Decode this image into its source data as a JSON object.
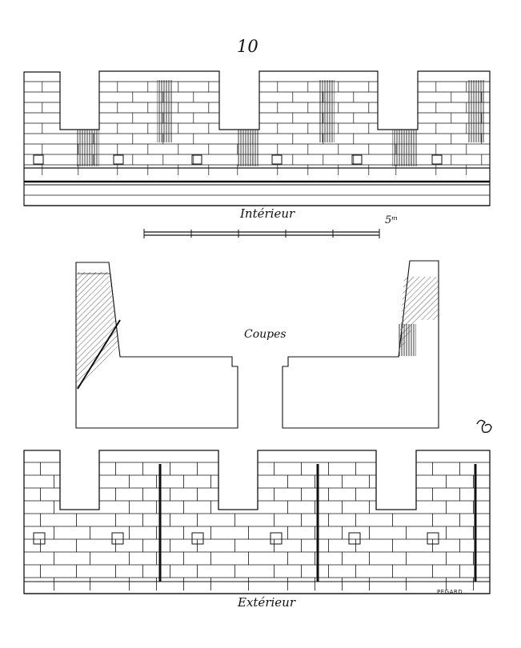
{
  "figure_number": "10",
  "labels": {
    "interieur": "Intérieur",
    "scale": "5ᵐ",
    "coupes": "Coupes",
    "exterieur": "Extérieur",
    "engraver": "PEGARD"
  },
  "colors": {
    "ink": "#111111",
    "paper": "#ffffff"
  }
}
